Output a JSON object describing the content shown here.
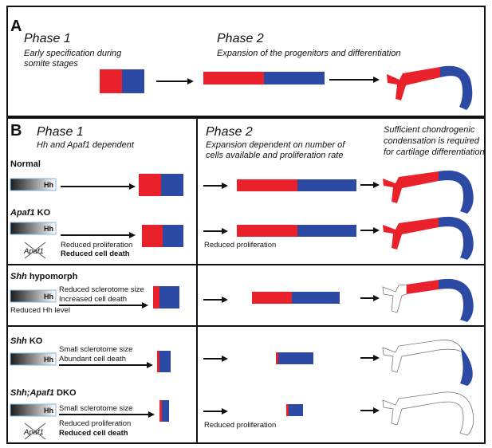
{
  "colors": {
    "red": "#e8212b",
    "blue": "#2c4aa3",
    "hh_box": "#7fb8e6"
  },
  "panel_a": {
    "letter": "A",
    "phase1_title": "Phase 1",
    "phase1_desc_1": "Early specification during",
    "phase1_desc_2": "somite stages",
    "phase2_title": "Phase 2",
    "phase2_desc": "Expansion of the progenitors and differentiation"
  },
  "panel_b": {
    "letter": "B",
    "phase1_title": "Phase 1",
    "phase1_desc": "Hh and Apaf1 dependent",
    "phase2_title": "Phase 2",
    "phase2_desc_1": "Expansion dependent on number of",
    "phase2_desc_2": "cells available and proliferation rate",
    "cond_desc_1": "Sufficient chondrogenic",
    "cond_desc_2": "condensation is required",
    "cond_desc_3": "for cartilage differentiation"
  },
  "hh_label": "Hh",
  "apaf1_label": "Apaf1",
  "rows": {
    "normal": {
      "title": "Normal"
    },
    "apaf1_ko": {
      "title_gene": "Apaf1",
      "title_rest": " KO",
      "note_1": "Reduced proliferation",
      "note_2": "Reduced cell death",
      "phase2_note": "Reduced proliferation"
    },
    "shh_hypo": {
      "title_gene": "Shh",
      "title_rest": " hypomorph",
      "note_1": "Reduced sclerotome size",
      "note_2": "Increased cell death",
      "note_3": "Reduced Hh level"
    },
    "shh_ko": {
      "title_gene": "Shh",
      "title_rest": " KO",
      "note_1": "Small sclerotome size",
      "note_2": "Abundant cell death"
    },
    "shh_apaf1_dko": {
      "title_gene": "Shh;Apaf1",
      "title_rest": " DKO",
      "note_1": "Small sclerotome size",
      "note_2": "Reduced proliferation",
      "note_3": "Reduced cell death",
      "phase2_note": "Reduced proliferation"
    }
  }
}
